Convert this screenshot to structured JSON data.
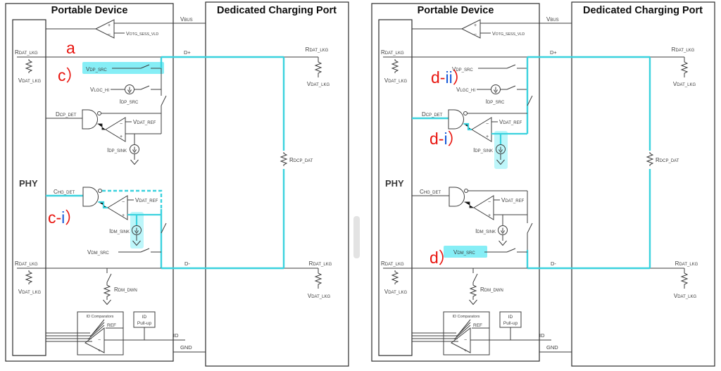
{
  "colors": {
    "highlight_line": "#3bd2de",
    "highlight_band": "#86eef6",
    "annotation_red": "#e8140e",
    "annotation_blue": "#1558d8",
    "wire": "#3d3d3d"
  },
  "labels": {
    "portable_title": "Portable Device",
    "port_title": "Dedicated Charging Port",
    "vbus": "VBUS",
    "votg": "VOTG_SESS_VLD",
    "dplus": "D+",
    "dminus": "D-",
    "rdat_lkg": "RDAT_LKG",
    "vdat_lkg": "VDAT_LKG",
    "vdp_src": "VDP_SRC",
    "vlgc_hi": "VLGC_HI",
    "idp_src": "IDP_SRC",
    "dcp_det": "DCP_DET",
    "vdat_ref": "VDAT_REF",
    "idp_sink": "IDP_SINK",
    "phy": "PHY",
    "chg_det": "CHG_DET",
    "idm_sink": "IDM_SINK",
    "vdm_src": "VDM_SRC",
    "rdm_dwn": "RDM_DWN",
    "rdcp_dat": "RDCP_DAT",
    "id_comparators": "ID Comparators",
    "ref": "REF",
    "id_pullup_line1": "ID",
    "id_pullup_line2": "Pull-up",
    "id": "ID",
    "gnd": "GND",
    "plus": "+",
    "minus": "−"
  },
  "panels": [
    {
      "id": "left",
      "case_annotations": [
        {
          "parts": [
            {
              "text": "a",
              "color": "red"
            }
          ]
        },
        {
          "parts": [
            {
              "text": "c）",
              "color": "red"
            }
          ]
        },
        {
          "parts": [
            {
              "text": "c-",
              "color": "red"
            },
            {
              "text": "i",
              "color": "blue"
            },
            {
              "text": "）",
              "color": "red"
            }
          ]
        }
      ]
    },
    {
      "id": "right",
      "case_annotations": [
        {
          "parts": [
            {
              "text": "d-",
              "color": "red"
            },
            {
              "text": "ii",
              "color": "blue"
            },
            {
              "text": "）",
              "color": "red"
            }
          ]
        },
        {
          "parts": [
            {
              "text": "d-",
              "color": "red"
            },
            {
              "text": "i",
              "color": "blue"
            },
            {
              "text": "）",
              "color": "red"
            }
          ]
        },
        {
          "parts": [
            {
              "text": "d）",
              "color": "red"
            }
          ]
        }
      ]
    }
  ]
}
